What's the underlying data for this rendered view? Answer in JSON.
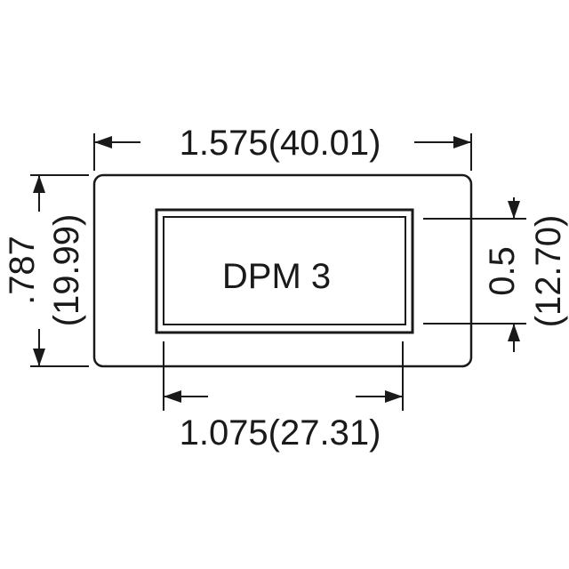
{
  "drawing": {
    "label": "DPM 3",
    "dims": {
      "overall_width": "1.575(40.01)",
      "window_width": "1.075(27.31)",
      "overall_height_in": ".787",
      "overall_height_mm": "(19.99)",
      "window_height_in": "0.5",
      "window_height_mm": "(12.70)"
    },
    "colors": {
      "ink": "#1a1a1a",
      "background": "#ffffff"
    }
  }
}
